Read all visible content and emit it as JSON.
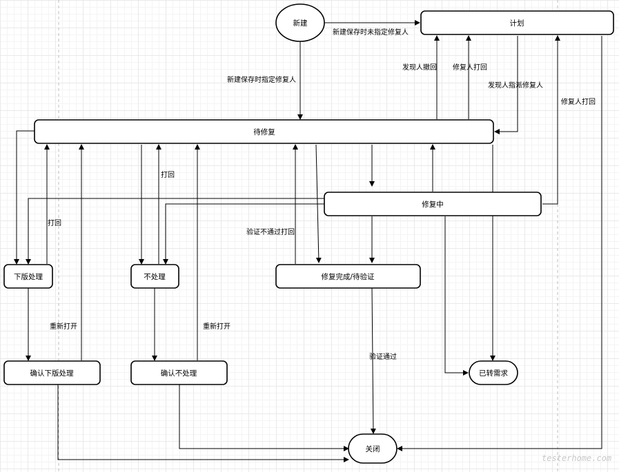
{
  "nodes": {
    "new": "新建",
    "plan": "计划",
    "pending_fix": "待修复",
    "fixing": "修复中",
    "version_handle": "下版处理",
    "no_handle": "不处理",
    "fixed_pending_verify": "修复完成/待验证",
    "confirm_version_handle": "确认下版处理",
    "confirm_no_handle": "确认不处理",
    "to_requirement": "已转需求",
    "closed": "关闭"
  },
  "edges": {
    "new_to_plan": "新建保存时未指定修复人",
    "new_to_pending": "新建保存时指定修复人",
    "reporter_withdraw": "发现人撤回",
    "fixer_return_1": "修复人打回",
    "reporter_assign": "发现人指派修复人",
    "fixer_return_2": "修复人打回",
    "return_no_handle": "打回",
    "return_version": "打回",
    "verify_fail_return": "验证不通过打回",
    "reopen_1": "重新打开",
    "reopen_2": "重新打开",
    "verify_pass": "验证通过"
  },
  "watermark": "testerhome.com"
}
